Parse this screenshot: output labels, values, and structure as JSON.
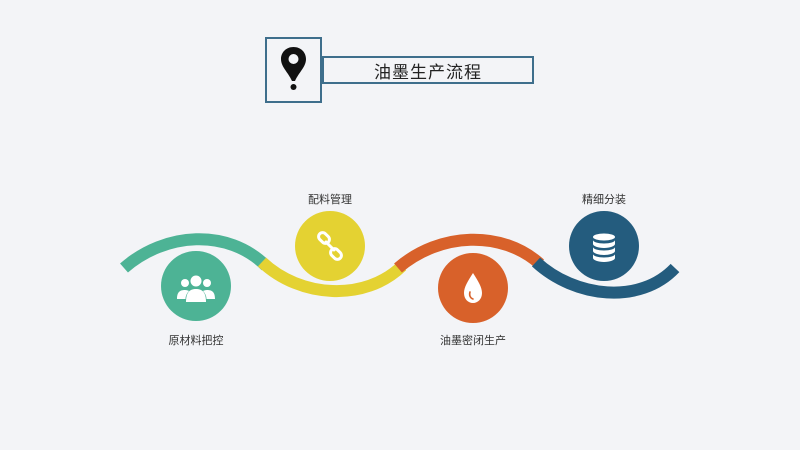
{
  "title": "油墨生产流程",
  "icons": {
    "title": "map-pin-icon"
  },
  "steps": [
    {
      "label": "原材料把控",
      "icon": "users-icon",
      "color": "#4db395"
    },
    {
      "label": "配料管理",
      "icon": "link-icon",
      "color": "#e4d232"
    },
    {
      "label": "油墨密闭生产",
      "icon": "drop-icon",
      "color": "#d8612a"
    },
    {
      "label": "精细分装",
      "icon": "database-icon",
      "color": "#245c7e"
    }
  ],
  "colors": {
    "frame": "#3e6e8c",
    "background": "#f3f4f7"
  }
}
